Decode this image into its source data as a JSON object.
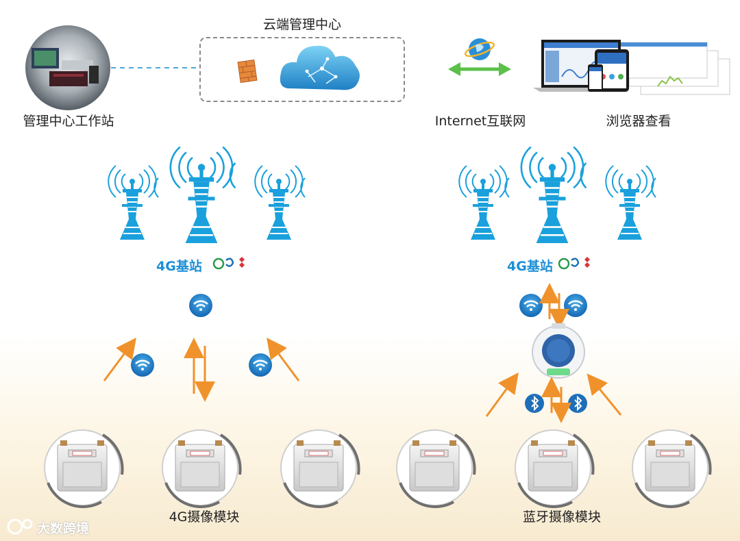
{
  "top": {
    "cloud_center_label": "云端管理中心",
    "workstation_label": "管理中心工作站",
    "internet_label": "Internet互联网",
    "browser_label": "浏览器查看"
  },
  "left_group": {
    "station_label": "4G基站",
    "module_label": "4G摄像模块"
  },
  "right_group": {
    "station_label": "4G基站",
    "module_label": "蓝牙摄像模块"
  },
  "watermark": "大数跨境",
  "colors": {
    "tower_blue": "#1aa0dc",
    "arrow_orange": "#f0922c",
    "link_green": "#5cc04a",
    "dashed_line": "#4aa8d8",
    "badge_blue": "#1f86d0"
  },
  "icons": [
    "workstation-photo",
    "firewall-icon",
    "cloud-icon",
    "globe-icon",
    "browser-screens",
    "signal-tower-icon",
    "wifi-badge-icon",
    "bluetooth-badge-icon",
    "gas-meter",
    "bluetooth-gateway"
  ]
}
